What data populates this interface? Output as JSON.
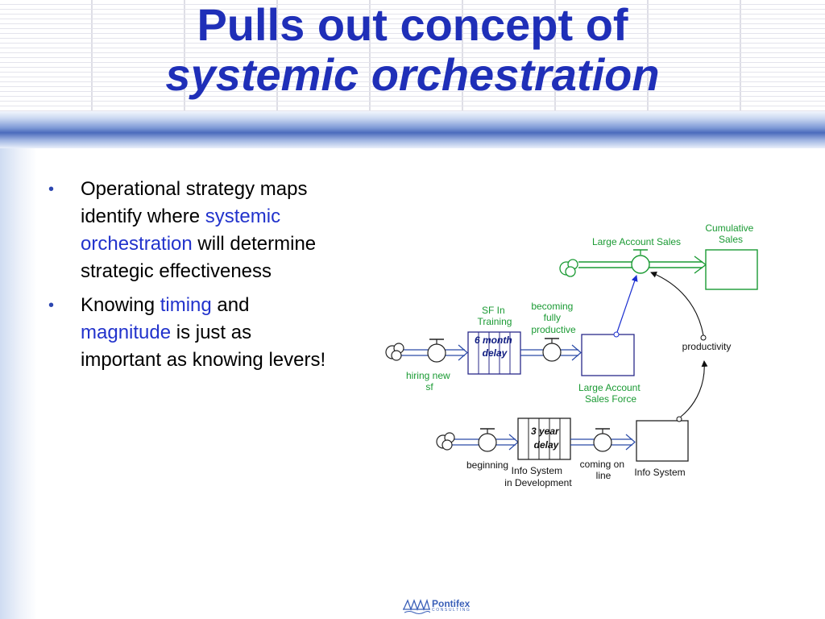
{
  "slide": {
    "title_line1": "Pulls out concept of",
    "title_line2": "systemic orchestration"
  },
  "bullets": [
    {
      "part1": "Operational strategy maps identify where ",
      "highlight1": "systemic orchestration",
      "part2": " will determine strategic effectiveness",
      "highlight2": "",
      "part3": ""
    },
    {
      "part1": "Knowing ",
      "highlight1": "timing",
      "part2": " and ",
      "highlight2": "magnitude",
      "part3": " is just as important as knowing levers!"
    }
  ],
  "diagram": {
    "cumulative_sales": [
      "Cumulative",
      "Sales"
    ],
    "large_account_sales": "Large Account Sales",
    "sf_in_training": [
      "SF In",
      "Training"
    ],
    "training_delay": [
      "6 month",
      "delay"
    ],
    "becoming_fully_productive": [
      "becoming",
      "fully",
      "productive"
    ],
    "productivity": "productivity",
    "hiring_new_sf": [
      "hiring new",
      "sf"
    ],
    "large_account_sales_force": [
      "Large Account",
      "Sales Force"
    ],
    "dev_delay": [
      "3 year",
      "delay"
    ],
    "beginning": "beginning",
    "info_system_in_development": [
      "Info System",
      "in Development"
    ],
    "coming_on_line": [
      "coming on",
      "line"
    ],
    "info_system": "Info System"
  },
  "footer": {
    "logo_name": "Pontifex",
    "logo_sub": "CONSULTING"
  },
  "colors": {
    "title": "#1f2fb8",
    "highlight": "#2233cc",
    "flow_label": "#1a9a33",
    "stock_border_green": "#1a9a33",
    "info_link": "#1b2fd0"
  }
}
